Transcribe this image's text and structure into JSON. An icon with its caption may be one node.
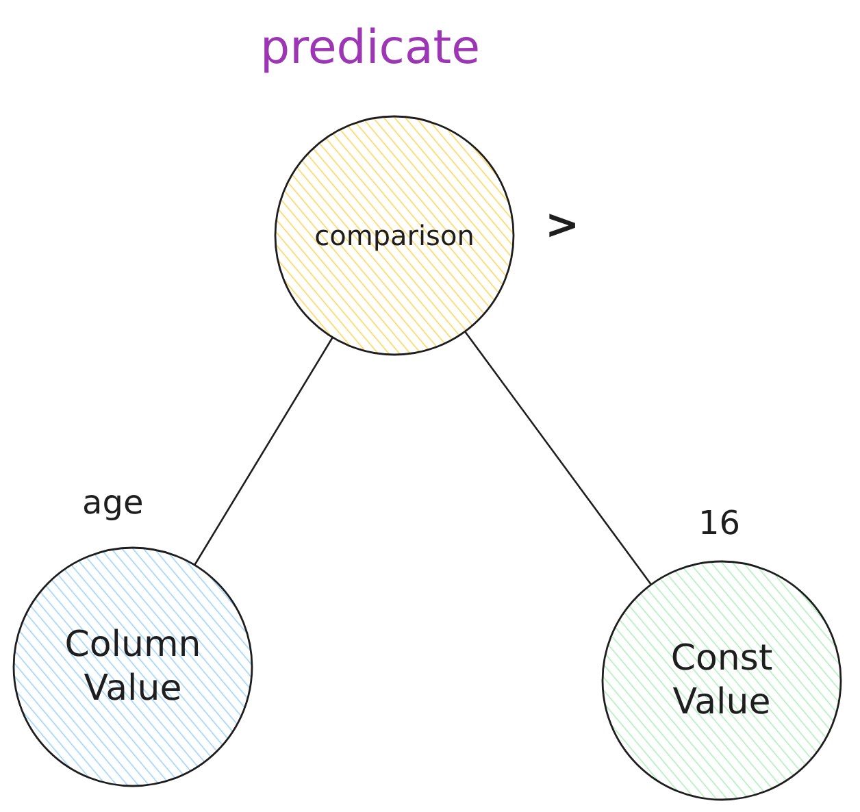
{
  "diagram": {
    "title": "predicate",
    "nodes": [
      {
        "text": [
          "comparison"
        ],
        "beside": [
          ">"
        ]
      },
      {
        "text": [
          "Column Value"
        ],
        "beside": [
          "age"
        ]
      },
      {
        "text": [
          "Const Value"
        ],
        "beside": [
          "16"
        ]
      }
    ],
    "edges": [
      {
        "from": 0,
        "to": 1,
        "arrow": "none"
      },
      {
        "from": 0,
        "to": 2,
        "arrow": "none"
      }
    ]
  }
}
